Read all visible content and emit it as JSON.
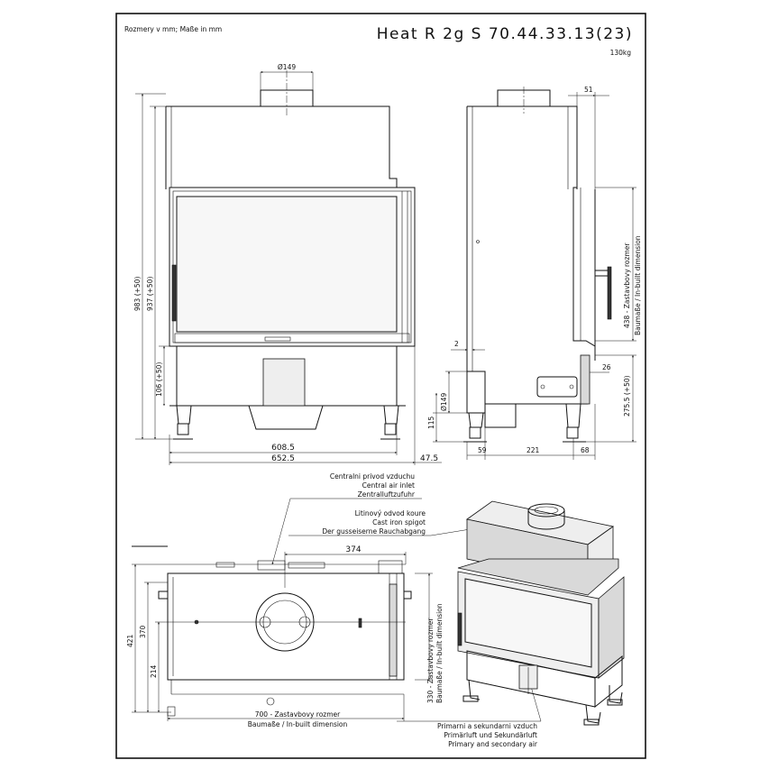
{
  "header": {
    "units_note": "Rozmery v mm; Maße in mm",
    "model_title": "Heat R 2g S 70.44.33.13(23)",
    "weight": "130kg"
  },
  "front_view": {
    "flue_diameter": "Ø149",
    "height_total": "983 (+50)",
    "height_body": "937 (+50)",
    "height_base": "106 (+50)",
    "width_inner": "608.5",
    "width_outer": "652.5",
    "offset_right": "47.5"
  },
  "side_view": {
    "top_offset": "51",
    "inlet_diameter": "Ø149",
    "inlet_height": "115",
    "gap": "2",
    "offset_26": "26",
    "install_height": "438 - Zastavbovy rozmer",
    "install_height_en": "Baumaße / In-built dimension",
    "height_right": "275.5 (+50)",
    "bottom_59": "59",
    "bottom_221": "221",
    "bottom_68": "68"
  },
  "labels": {
    "air_inlet": [
      "Centralni privod vzduchu",
      "Central air inlet",
      "Zentralluftzufuhr"
    ],
    "spigot": [
      "Litinový odvod koure",
      "Cast iron spigot",
      "Der gusseiserne Rauchabgang"
    ],
    "primary_air": [
      "Primarni a sekundarni vzduch",
      "Primärluft und Sekundärluft",
      "Primary and secondary air"
    ]
  },
  "top_view": {
    "offset_374": "374",
    "depth_total": "421",
    "depth_370": "370",
    "depth_214": "214",
    "width_label": "700 - Zastavbovy rozmer",
    "width_label_en": "Baumaße / In-built dimension",
    "side_label": "330 - Zastavbovy rozmer",
    "side_label_en": "Baumaße / In-built dimension"
  }
}
